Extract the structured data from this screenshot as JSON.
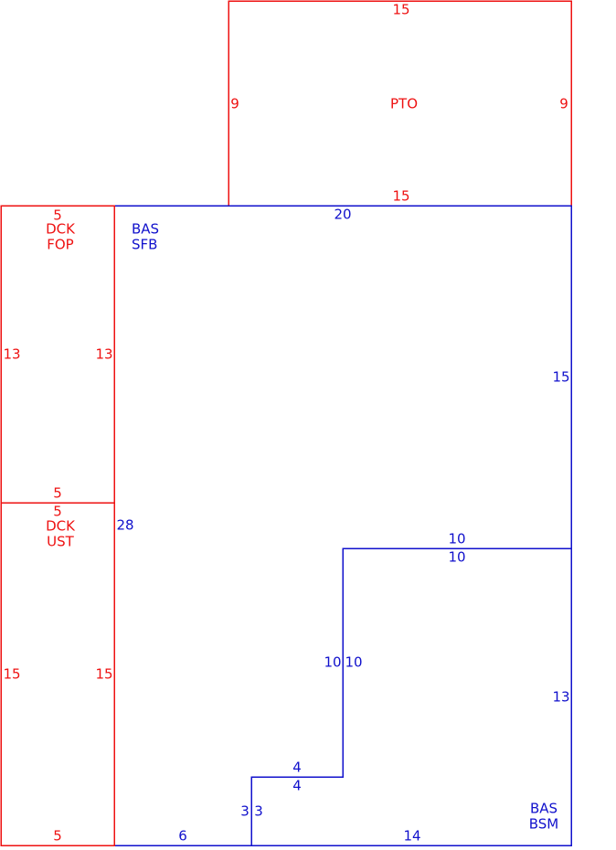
{
  "colors": {
    "red": "#ee1111",
    "blue": "#1111cc"
  },
  "areas": {
    "pto": {
      "color": "red",
      "code": "PTO",
      "top": "15",
      "bottom": "15",
      "left": "9",
      "right": "9"
    },
    "dck_fop": {
      "color": "red",
      "code1": "DCK",
      "code2": "FOP",
      "top": "5",
      "bottom": "5",
      "left": "13",
      "right": "13"
    },
    "dck_ust": {
      "color": "red",
      "code1": "DCK",
      "code2": "UST",
      "top": "5",
      "bottom": "5",
      "left": "15",
      "right": "15"
    },
    "bas_sfb": {
      "color": "blue",
      "code1": "BAS",
      "code2": "SFB",
      "top": "20",
      "right": "15",
      "left": "28",
      "bottom": "6",
      "step_outer": "10",
      "step_vert_outer": "10",
      "step_inner_h": "4",
      "step_inner_v": "3"
    },
    "bas_bsm": {
      "color": "blue",
      "code1": "BAS",
      "code2": "BSM",
      "top": "10",
      "right": "13",
      "bottom": "14",
      "left_upper": "10",
      "left_step_h": "4",
      "left_lower": "3"
    }
  }
}
